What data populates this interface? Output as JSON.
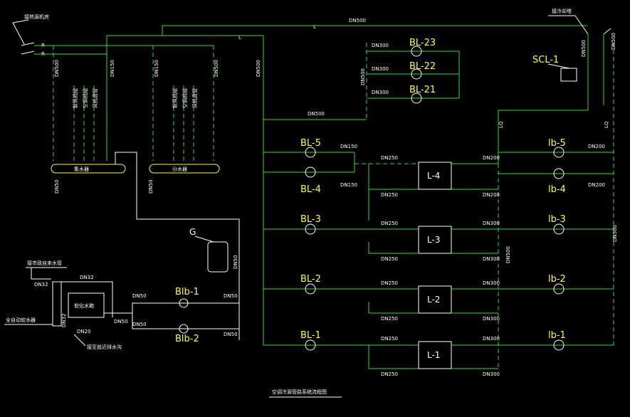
{
  "diagram": {
    "title": "空调冷源管路系统流程图",
    "notes": {
      "heat_source": "接热源机房",
      "cooling_tower": "接冷却塔",
      "tap_water": "接市政自来水管",
      "softened_tank": "软化水箱",
      "softener": "全自动软水器",
      "drain": "接至就近排水沟"
    },
    "headers": {
      "return": "集水器",
      "supply": "分水器"
    },
    "line_labels": {
      "R": "R",
      "L": "L",
      "LQ": "LQ",
      "G": "G"
    },
    "pipe_sizes": {
      "dn500": "DN500",
      "dn300": "DN300",
      "dn250": "DN250",
      "dn200": "DN200",
      "dn150": "DN150",
      "dn50": "DN50",
      "dn32": "DN32",
      "dn20": "DN20"
    },
    "branch_labels": [
      "新风机组",
      "空调机组",
      "风机盘管",
      "新风机组",
      "空调机组",
      "风机盘管"
    ],
    "chillers": [
      "L-4",
      "L-3",
      "L-2",
      "L-1"
    ],
    "chilled_pumps": [
      "BL-5",
      "BL-4",
      "BL-3",
      "BL-2",
      "BL-1"
    ],
    "tower_pumps": [
      "BL-23",
      "BL-22",
      "BL-21"
    ],
    "cooling_pumps": [
      "lb-5",
      "lb-4",
      "lb-3",
      "lb-2",
      "lb-1"
    ],
    "makeup_pumps": [
      "Blb-1",
      "Blb-2"
    ],
    "softener_label": "SCL-1",
    "expansion_tank": "G"
  }
}
